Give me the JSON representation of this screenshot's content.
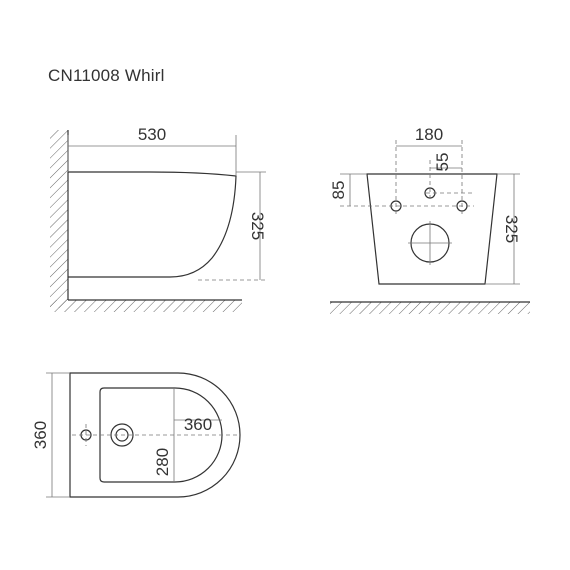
{
  "title": "CN11008 Whirl",
  "side_view": {
    "length": "530",
    "height": "325"
  },
  "front_view": {
    "width": "180",
    "offset": "55",
    "hole_height": "85",
    "height": "325"
  },
  "top_view": {
    "length": "360",
    "width": "280"
  }
}
